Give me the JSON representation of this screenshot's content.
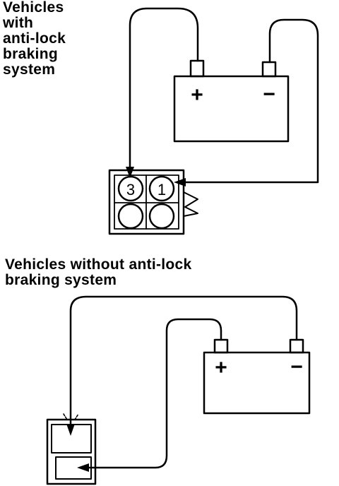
{
  "top_section": {
    "heading_lines": [
      "Vehicles",
      "with",
      "anti-lock",
      "braking",
      "system"
    ],
    "battery": {
      "positive_symbol": "+",
      "negative_symbol": "−"
    },
    "connector": {
      "pin_left": "3",
      "pin_right": "1"
    }
  },
  "bottom_section": {
    "heading_lines": [
      "Vehicles without anti-lock",
      "braking system"
    ],
    "battery": {
      "positive_symbol": "+",
      "negative_symbol": "−"
    }
  },
  "colors": {
    "ink": "#000000",
    "paper": "#ffffff"
  }
}
